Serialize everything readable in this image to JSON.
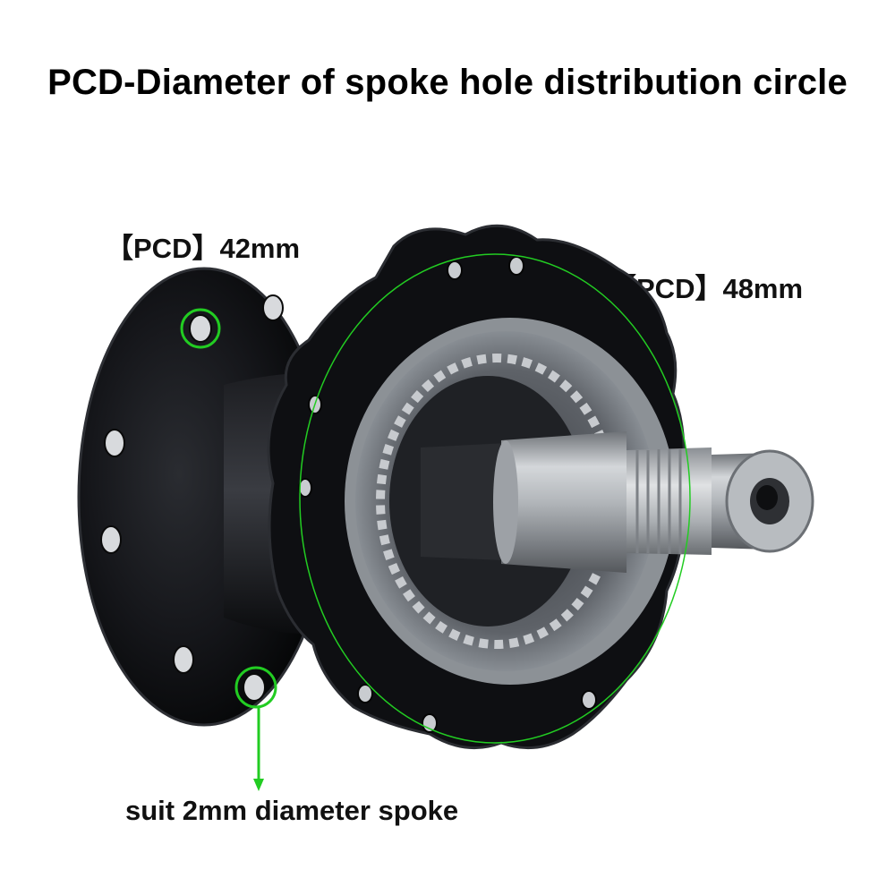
{
  "title": "PCD-Diameter of spoke hole distribution circle",
  "labels": {
    "pcd_small": "【PCD】42mm",
    "pcd_large": "【PCD】48mm",
    "spoke_note": "suit 2mm diameter spoke"
  },
  "colors": {
    "highlight": "#22cc22",
    "hub_body": "#121316",
    "axle": "#a7abb0",
    "background": "#ffffff"
  }
}
